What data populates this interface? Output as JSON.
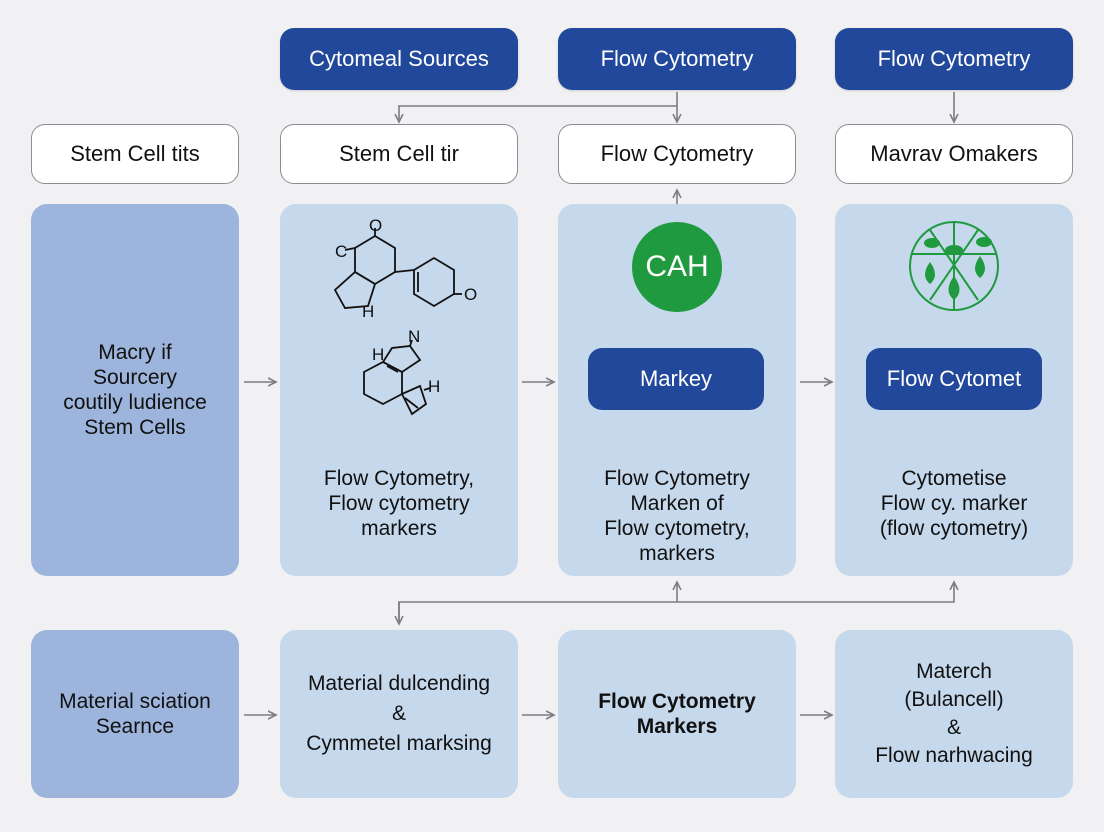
{
  "header_pills": [
    "Cytomeal Sources",
    "Flow Cytometry",
    "Flow Cytometry"
  ],
  "row1_boxes": [
    "Stem Cell tits",
    "Stem Cell tir",
    "Flow Cytometry",
    "Mavrav Omakers"
  ],
  "row2": {
    "col1_text": "Macry if\nSourcery\ncoutily ludience\nStem Cells",
    "col2_molecule_labels": [
      "C",
      "O",
      "H",
      "O",
      "N",
      "H",
      "H"
    ],
    "col2_text": "Flow Cytometry,\nFlow cytometry\nmarkers",
    "col3_badge": "CAH",
    "col3_pill": "Markey",
    "col3_text": "Flow Cytometry\nMarken of\nFlow cytometry,\nmarkers",
    "col4_pill": "Flow Cytomet",
    "col4_text": "Cytometise\nFlow cy. marker\n(flow cytometry)"
  },
  "row3": {
    "col1_text": "Material sciation\nSearnce",
    "col2_text": "Material dulcending\n&\nCymmetel marksing",
    "col3_text": "Flow Cytometry\nMarkers",
    "col4_text": "Materch\n(Bulancell)\n&\nFlow narhwacing"
  },
  "colors": {
    "navy": "#21489a",
    "green": "#1f9a3e",
    "panel_dark": "#9db5dc",
    "panel_light": "#c6d8ec",
    "arrow": "#7a7d83"
  }
}
